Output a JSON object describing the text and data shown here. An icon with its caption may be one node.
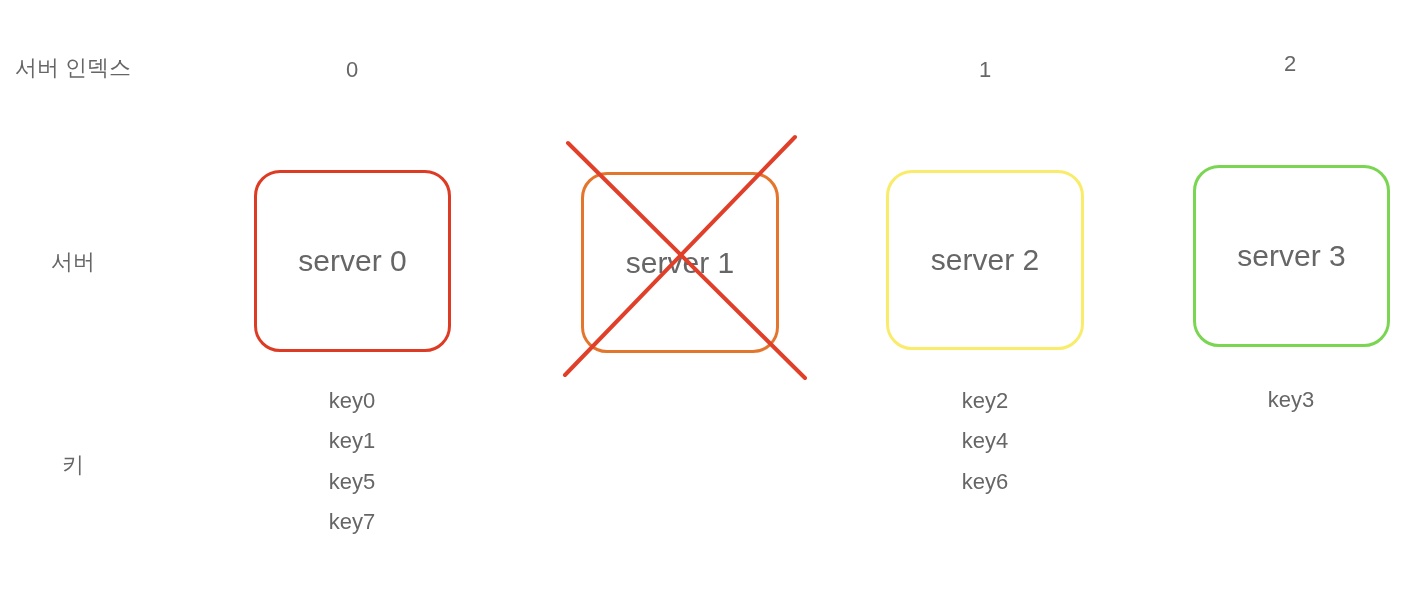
{
  "diagram": {
    "nodes": [
      {
        "text": [
          "server 0"
        ]
      },
      {
        "text": [
          "server 1"
        ]
      },
      {
        "text": [
          "server 2"
        ]
      },
      {
        "text": [
          "server 3"
        ]
      }
    ],
    "labels": [
      "서버 인덱스",
      "0",
      "1",
      "2",
      "서버",
      "key0",
      "key2",
      "key3",
      "key1",
      "key4",
      "키",
      "key5",
      "key6",
      "key7"
    ]
  }
}
